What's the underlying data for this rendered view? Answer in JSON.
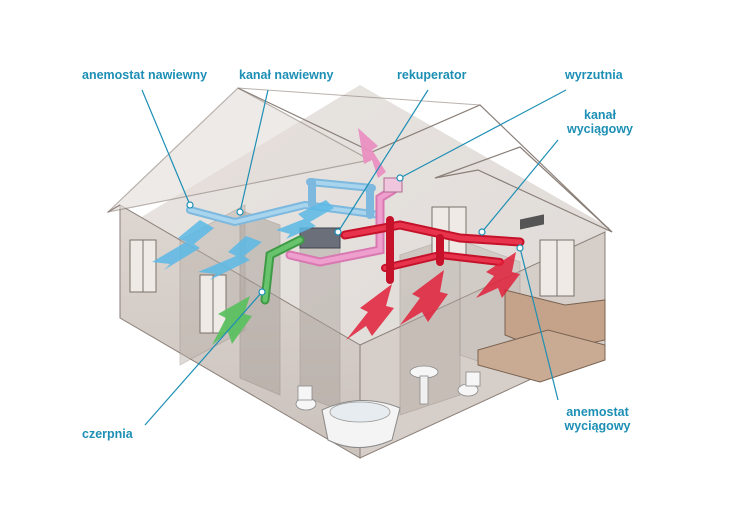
{
  "labels": {
    "supply_diffuser": "anemostat nawiewny",
    "supply_duct": "kanał nawiewny",
    "recuperator": "rekuperator",
    "exhaust_outlet": "wyrzutnia",
    "extract_duct_line1": "kanał",
    "extract_duct_line2": "wyciągowy",
    "air_intake": "czerpnia",
    "extract_diffuser_line1": "anemostat",
    "extract_diffuser_line2": "wyciągowy"
  },
  "colors": {
    "label_text": "#1d8fb5",
    "leader_line": "#1d8fb5",
    "supply_air": "#5bb8e6",
    "supply_duct": "#8ec8e8",
    "extract_air": "#e0203a",
    "fresh_air": "#5cc060",
    "exhaust_air": "#e98fc0",
    "house_outline": "#8a7f78",
    "house_fill": "#cfc7c1"
  }
}
